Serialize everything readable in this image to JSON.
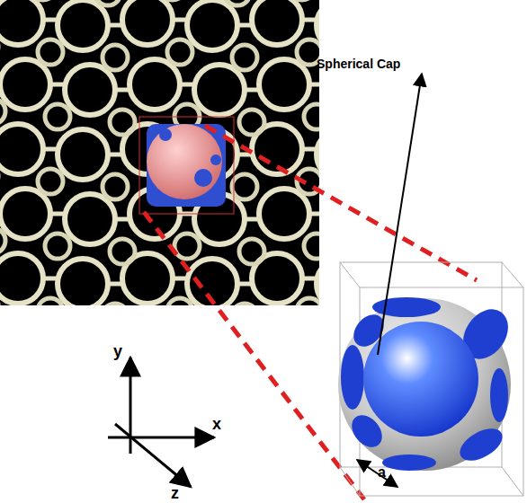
{
  "diagram": {
    "labels": [
      "Spherical Cap",
      "y",
      "x",
      "z",
      "a"
    ]
  }
}
